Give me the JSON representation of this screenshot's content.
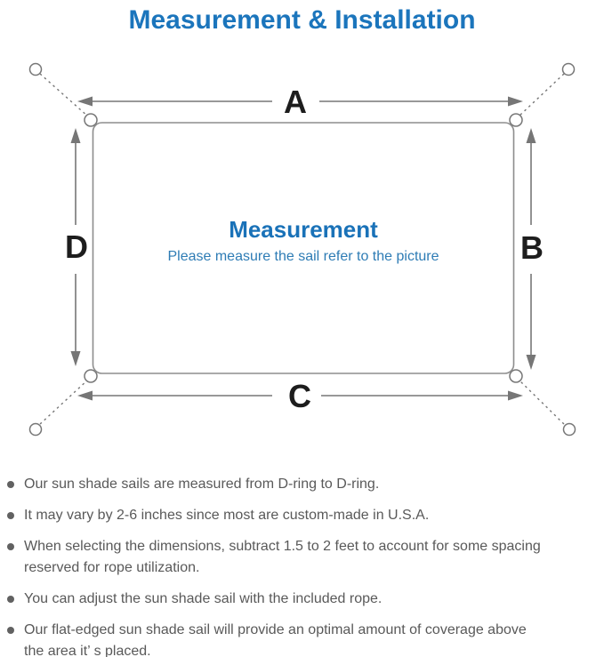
{
  "title": "Measurement & Installation",
  "diagram": {
    "labels": {
      "top": "A",
      "right": "B",
      "bottom": "C",
      "left": "D"
    },
    "center_title": "Measurement",
    "center_subtitle": "Please measure the sail refer to the picture"
  },
  "bullets": [
    {
      "l1": "Our sun shade sails are measured from D-ring to D-ring."
    },
    {
      "l1": "It may vary by 2-6 inches since most are custom-made in U.S.A."
    },
    {
      "l1": "When selecting the dimensions, subtract 1.5 to 2 feet to account for some spacing",
      "l2": "reserved for rope utilization."
    },
    {
      "l1": "You can adjust the sun shade sail with the included rope."
    },
    {
      "l1": "Our flat-edged sun shade sail will provide an optimal amount of coverage above",
      "l2": "the area it’ s placed."
    }
  ],
  "colors": {
    "title_blue": "#1b75bc",
    "center_title_blue": "#1a72b8",
    "center_subtitle_blue": "#2e7cb5",
    "diagram_gray": "#767676",
    "dimension_label_black": "#1d1d1d",
    "note_text_gray": "#595959"
  }
}
